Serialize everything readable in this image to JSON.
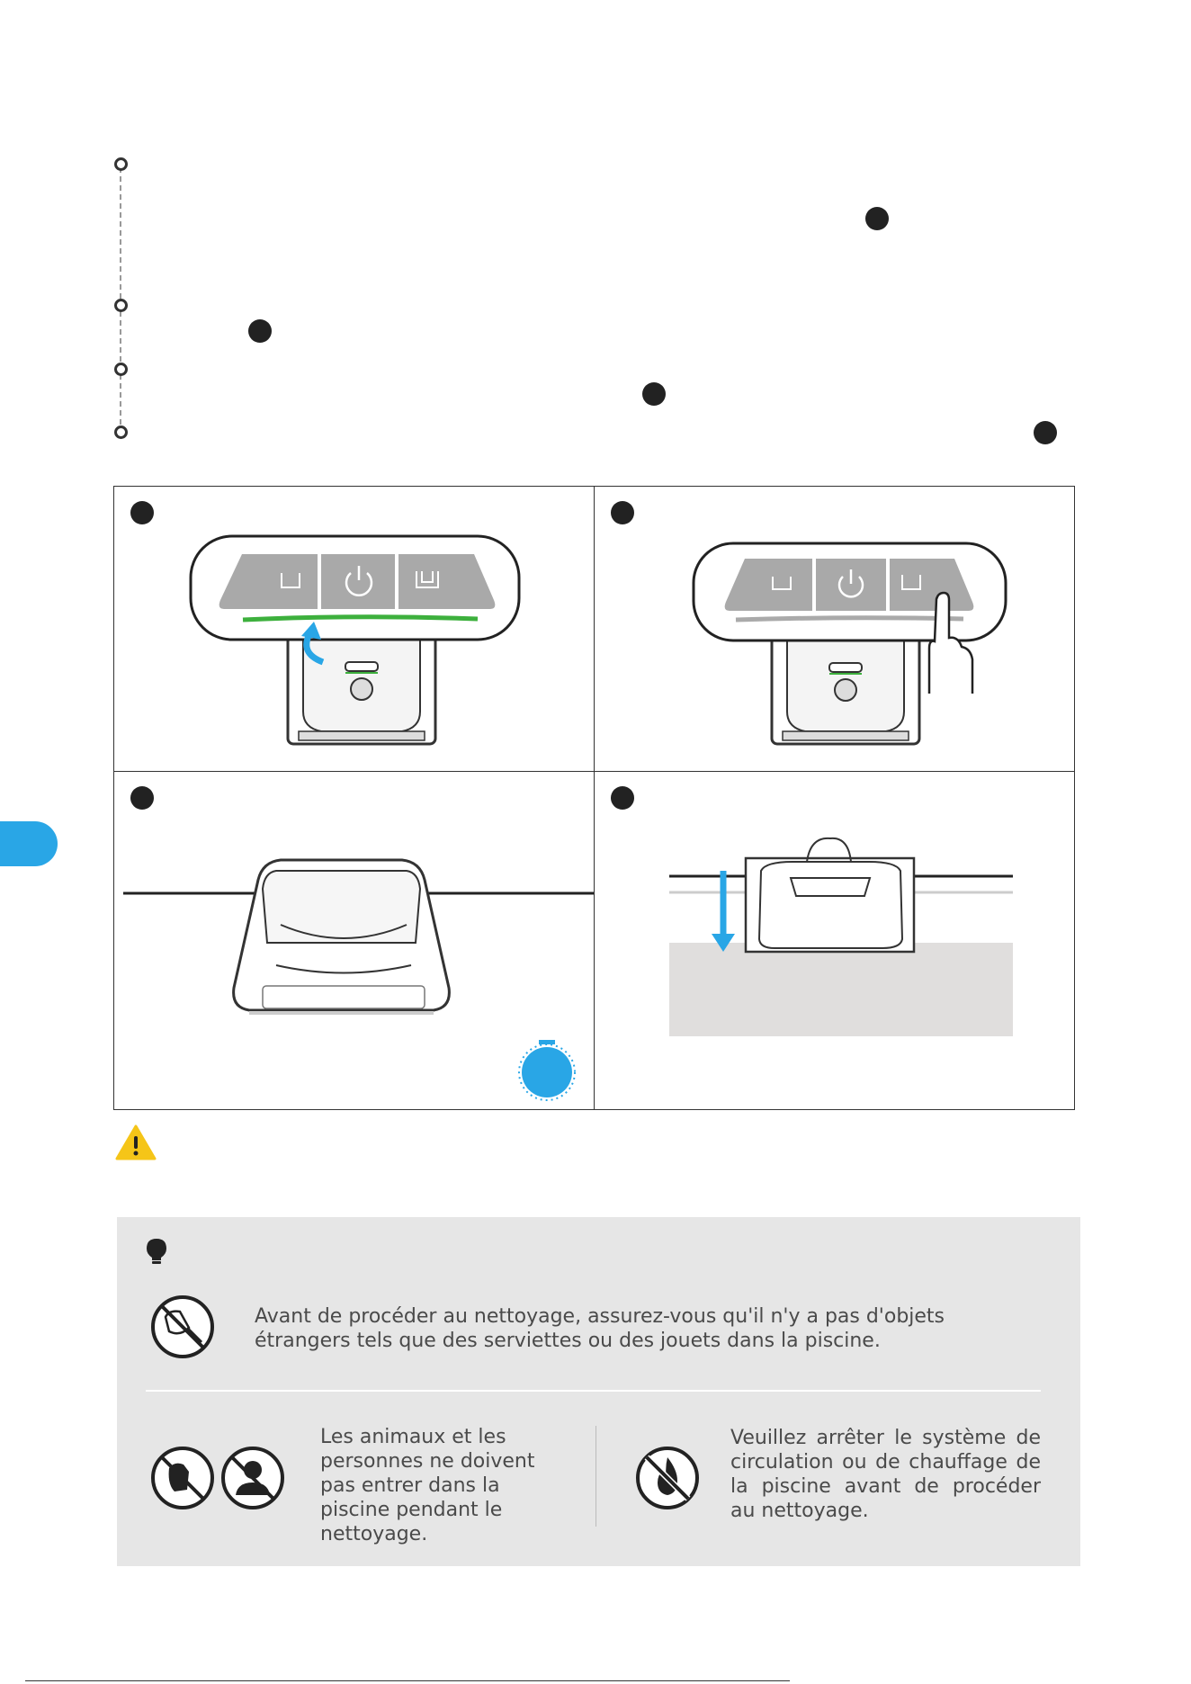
{
  "tips": {
    "tip1": "Avant de procéder au nettoyage, assurez-vous qu'il n'y a pas d'objets étrangers tels que des serviettes ou des jouets dans la piscine.",
    "tip2": "Les animaux et les personnes ne doivent pas entrer dans la piscine pendant le nettoyage.",
    "tip3": "Veuillez arrêter le système de circulation ou de chauffage de la piscine avant de procéder au nettoyage."
  },
  "colors": {
    "accent_blue": "#29a6e6",
    "led_green": "#3db03d",
    "warning_yellow": "#f5c518",
    "tips_bg": "#e6e6e6"
  },
  "icons": [
    "warning-icon",
    "lightbulb-icon",
    "no-net-icon",
    "no-pets-icon",
    "no-people-icon",
    "no-heating-icon",
    "power-icon",
    "stopwatch-icon"
  ]
}
